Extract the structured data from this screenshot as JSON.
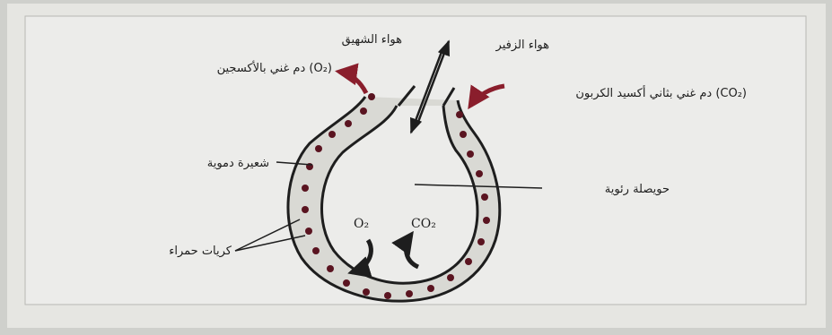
{
  "labels": {
    "exhaled_air": "هواء الزفير",
    "inhaled_air": "هواء الشهيق",
    "oxygen_rich_blood": "دم غني بالأكسجين (O₂)",
    "co2_rich_blood": "دم غني بثاني أكسيد الكربون (CO₂)",
    "capillary": "شعيرة دموية",
    "alveolus": "حويصلة رئوية",
    "red_blood_cells": "كريات حمراء",
    "o2": "O₂",
    "co2": "CO₂"
  },
  "colors": {
    "background": "#cfd0cc",
    "paper": "#e6e6e2",
    "line": "#1e1e1e",
    "capillary_fill": "#d9d9d4",
    "blood_cell": "#5a1420",
    "blood_flow_arrow": "#8a1e2c"
  },
  "icons": {
    "air_flow": "double-arrow",
    "blood_flow": "curved-arrow",
    "gas_exchange": "curved-arrow"
  }
}
